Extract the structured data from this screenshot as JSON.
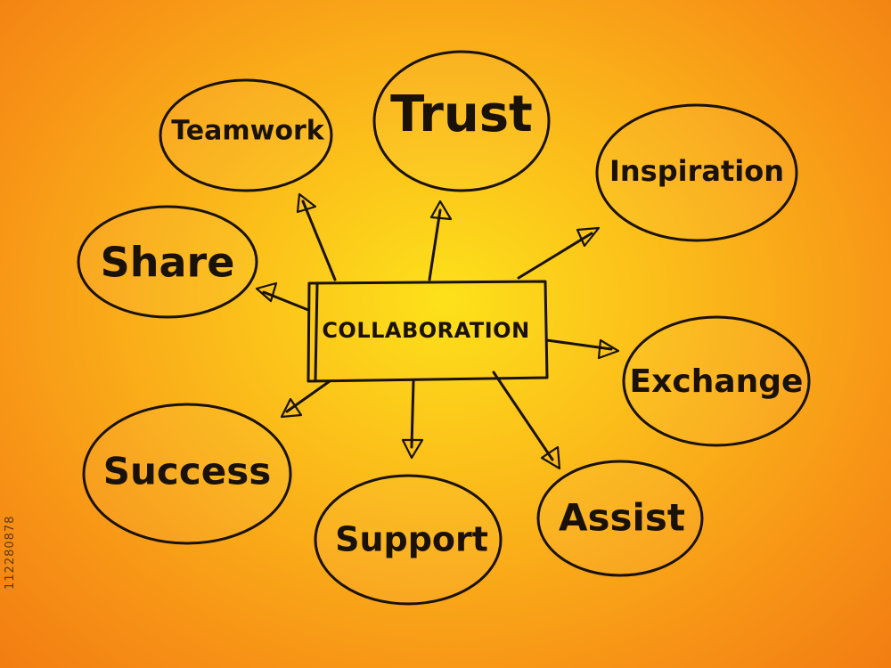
{
  "center": {
    "label": "COLLABORATION"
  },
  "nodes": [
    {
      "id": "teamwork",
      "label": "Teamwork"
    },
    {
      "id": "trust",
      "label": "Trust"
    },
    {
      "id": "inspiration",
      "label": "Inspiration"
    },
    {
      "id": "share",
      "label": "Share"
    },
    {
      "id": "exchange",
      "label": "Exchange"
    },
    {
      "id": "success",
      "label": "Success"
    },
    {
      "id": "support",
      "label": "Support"
    },
    {
      "id": "assist",
      "label": "Assist"
    }
  ],
  "stock_id": "112280878",
  "colors": {
    "background_center": "#fde11a",
    "background_edge": "#f27d12",
    "ink": "#1a1208"
  }
}
